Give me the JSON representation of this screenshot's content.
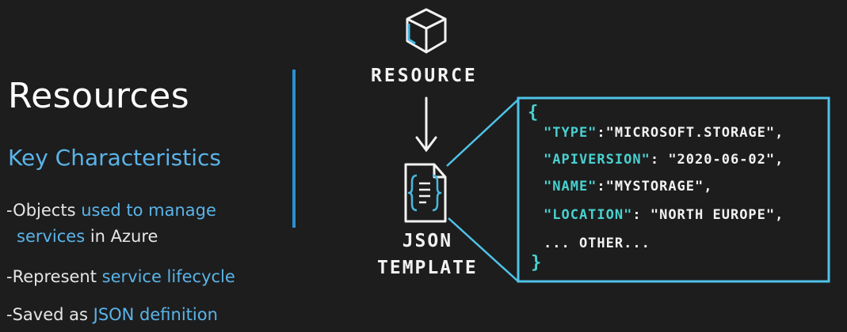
{
  "title": "Resources",
  "subtitle": "Key Characteristics",
  "bullets": [
    {
      "dash": "-",
      "plain1": "Objects ",
      "accent": "used to manage",
      "cont_accent": "services",
      "cont_plain": " in Azure"
    },
    {
      "dash": "-",
      "plain1": "Represent ",
      "accent": "service lifecycle"
    },
    {
      "dash": "-",
      "plain1": "Saved as ",
      "accent": "JSON definition"
    }
  ],
  "diagram": {
    "resource_label": "RESOURCE",
    "json_label_line1": "JSON",
    "json_label_line2": "TEMPLATE",
    "resource_icon": "cube-icon",
    "template_icon": "json-file-icon",
    "arrow_icon": "arrow-down-icon"
  },
  "code": {
    "open_brace": "{",
    "close_brace": "}",
    "lines": [
      {
        "key": "\"TYPE\"",
        "sep": ":",
        "value": "\"MICROSOFT.STORAGE\","
      },
      {
        "key": "\"APIVERSION\"",
        "sep": ": ",
        "value": "\"2020-06-02\","
      },
      {
        "key": "\"NAME\"",
        "sep": ":",
        "value": "\"MYSTORAGE\","
      },
      {
        "key": "\"LOCATION\"",
        "sep": ": ",
        "value": "\"NORTH EUROPE\","
      }
    ],
    "other": "... OTHER..."
  },
  "colors": {
    "background": "#1d1d1e",
    "accent": "#5ab4e8",
    "divider": "#2a8fd0",
    "code_key": "#48d1cf",
    "code_box": "#4fc3e8"
  }
}
